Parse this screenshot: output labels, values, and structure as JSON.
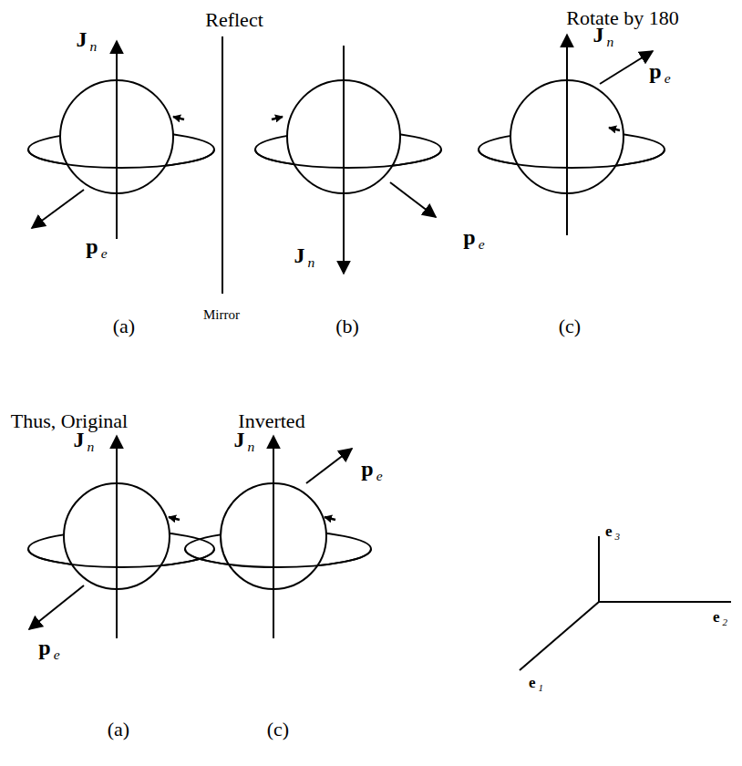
{
  "diagram": {
    "labels": [
      "Reflect",
      "Rotate by 180",
      "Jn",
      "pe",
      "Mirror",
      "Jn",
      "pe",
      "Jn",
      "pe",
      "(a)",
      "(b)",
      "(c)",
      "Thus, Original",
      "Inverted",
      "Jn",
      "pe",
      "Jn",
      "pe",
      "(a)",
      "(c)",
      "e3",
      "e2",
      "e1"
    ]
  }
}
